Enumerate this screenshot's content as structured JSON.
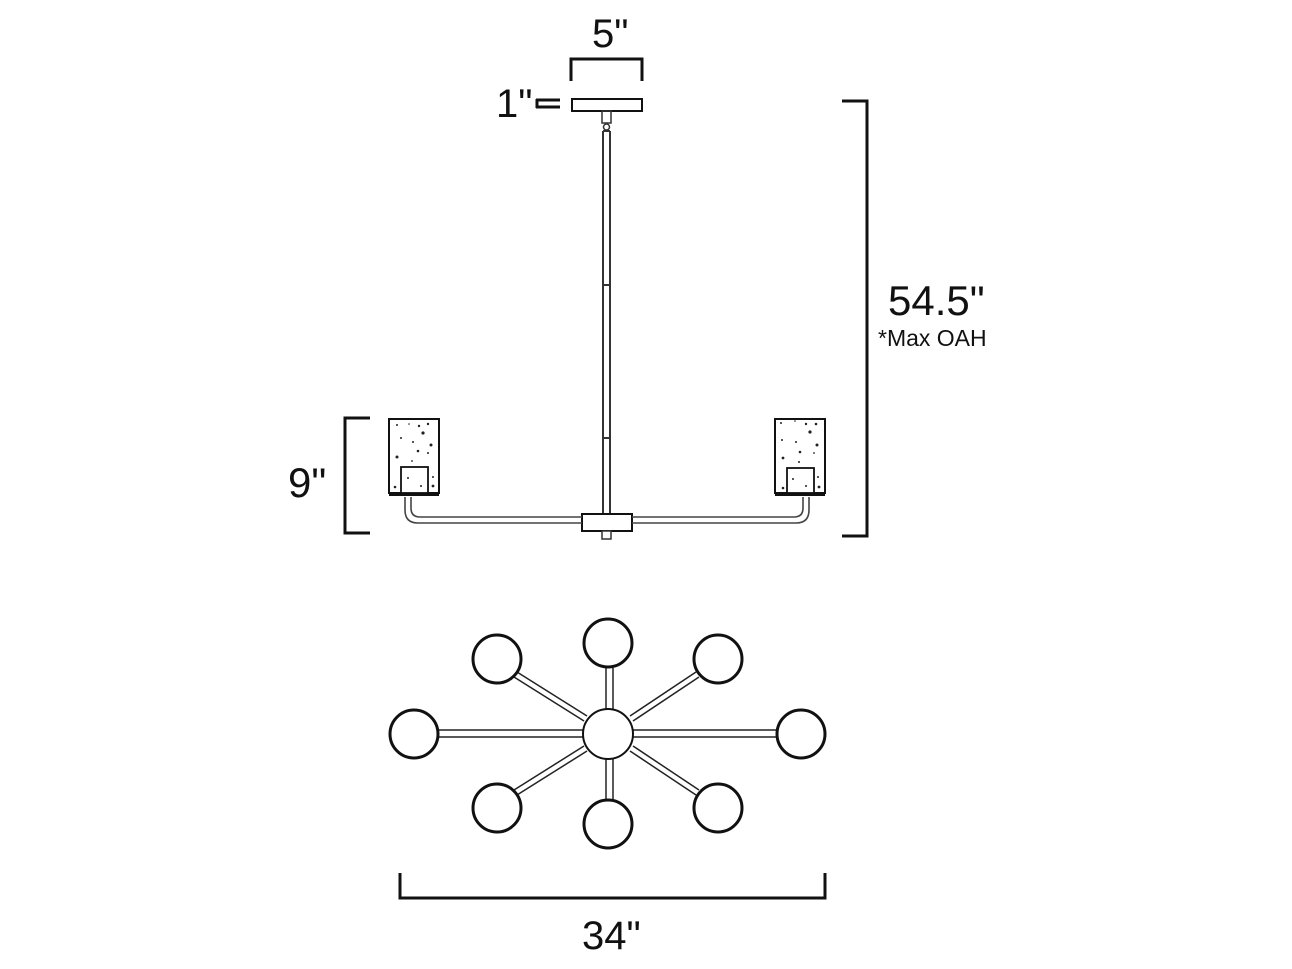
{
  "diagram": {
    "title": "Chandelier dimension diagram",
    "dimensions": {
      "canopy_width": "5\"",
      "canopy_height": "1\"",
      "overall_height": "54.5\"",
      "overall_height_note": "*Max OAH",
      "shade_height": "9\"",
      "overall_width": "34\""
    },
    "views": {
      "side_view": {
        "components": [
          "canopy",
          "downrod",
          "center-hub",
          "arms",
          "left-shade",
          "right-shade"
        ]
      },
      "top_view": {
        "center_hub": 1,
        "arm_count": 8,
        "shade_count": 8
      }
    },
    "colors": {
      "line": "#111111",
      "rod": "#333333",
      "background": "#ffffff"
    }
  }
}
